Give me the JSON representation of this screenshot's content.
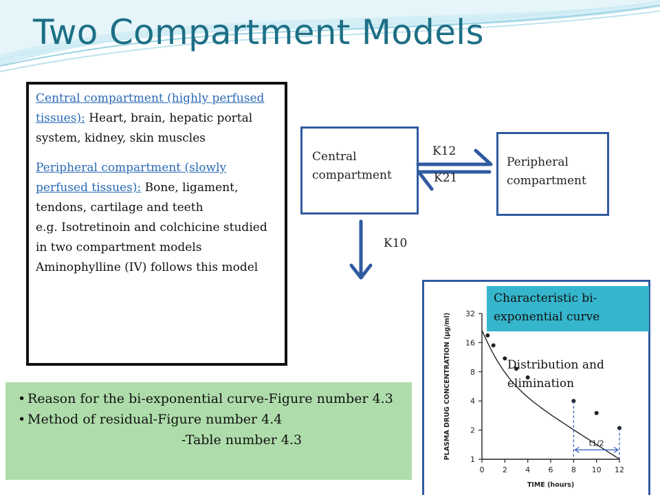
{
  "title": "Two Compartment Models",
  "text_box": {
    "central_heading": "Central compartment (highly perfused tissues):",
    "central_body": " Heart, brain, hepatic portal system, kidney, skin muscles",
    "peripheral_heading": "Peripheral compartment (slowly perfused tissues):",
    "peripheral_body": " Bone, ligament, tendons, cartilage and teeth",
    "example_line": "e.g. Isotretinoin and colchicine studied in two compartment models",
    "aminophylline_line": "Aminophylline (IV) follows this model"
  },
  "diagram": {
    "central_label": "Central compartment",
    "peripheral_label": "Peripheral compartment",
    "k12": "K12",
    "k21": "K21",
    "k10": "K10"
  },
  "green_box": {
    "item1": "Reason for the bi-exponential curve-Figure number 4.3",
    "item2": "Method of residual-Figure number 4.4",
    "item3": "-Table number 4.3"
  },
  "figure": {
    "cyan_label": "Characteristic bi-exponential curve",
    "dist_label": "Distribution and elimination"
  },
  "colors": {
    "title": "#1d6f86",
    "box_border": "#2f5aa0",
    "green": "#aeddab",
    "cyan": "#35b6cc",
    "heading_blue": "#2a6ab5"
  },
  "chart_data": {
    "type": "scatter",
    "xlabel": "TIME (hours)",
    "ylabel": "PLASMA DRUG CONCENTRATION (µg/ml)",
    "x_ticks": [
      "0",
      "2",
      "4",
      "6",
      "8",
      "10",
      "12"
    ],
    "y_ticks": [
      "1",
      "2",
      "4",
      "8",
      "16",
      "32"
    ],
    "xlim": [
      0,
      12
    ],
    "ylim": [
      1,
      32
    ],
    "y_scale": "log",
    "points": [
      [
        0.5,
        19
      ],
      [
        1,
        15
      ],
      [
        2,
        11
      ],
      [
        3,
        8.6
      ],
      [
        4,
        7
      ],
      [
        8,
        4
      ],
      [
        10,
        3
      ],
      [
        12,
        2.1
      ]
    ],
    "half_life_label": "t1/2",
    "half_life_interval": [
      8,
      12
    ]
  }
}
